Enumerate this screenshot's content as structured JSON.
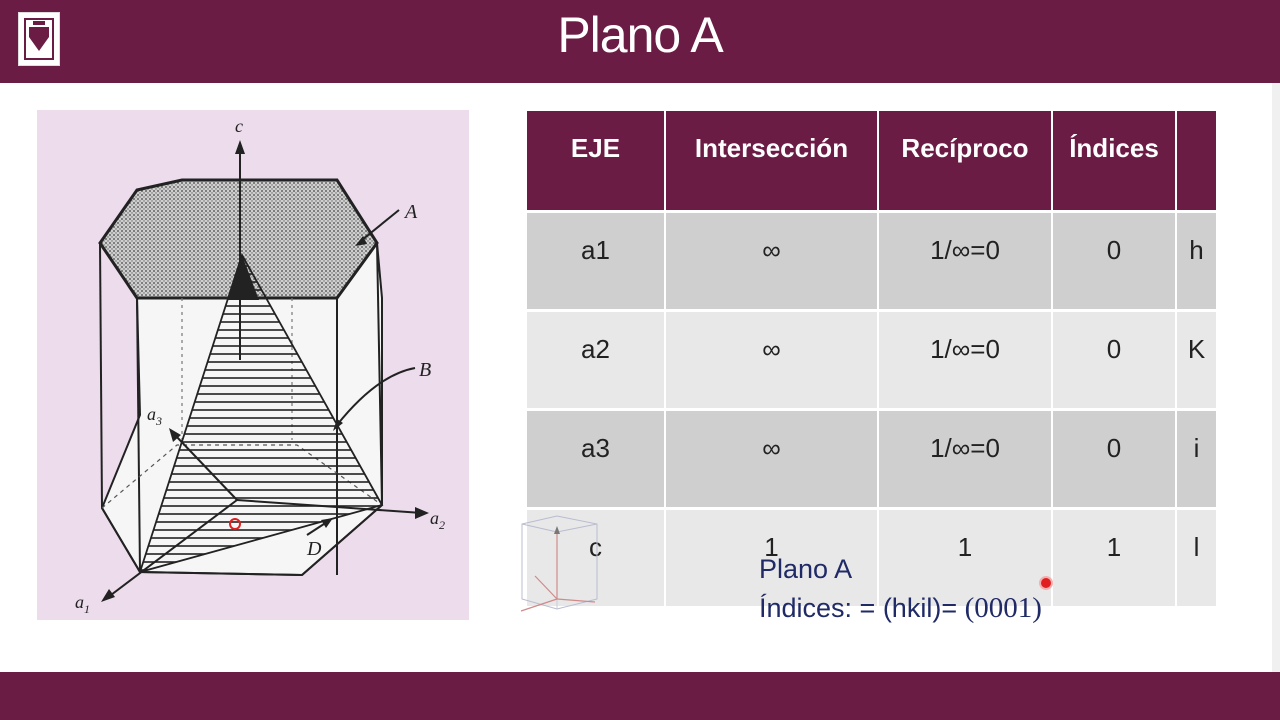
{
  "slide": {
    "title": "Plano A"
  },
  "diagram": {
    "labels": {
      "c": "c",
      "A": "A",
      "B": "B",
      "D": "D",
      "a1": "a",
      "a1_sub": "1",
      "a2": "a",
      "a2_sub": "2",
      "a3": "a",
      "a3_sub": "3"
    }
  },
  "table": {
    "headers": [
      "EJE",
      "Intersección",
      "Recíproco",
      "Índices",
      ""
    ],
    "rows": [
      [
        "a1",
        "∞",
        "1/∞=0",
        "0",
        "h"
      ],
      [
        "a2",
        "∞",
        "1/∞=0",
        "0",
        "K"
      ],
      [
        "a3",
        "∞",
        "1/∞=0",
        "0",
        "i"
      ],
      [
        "c",
        "1",
        "1",
        "1",
        "l"
      ]
    ]
  },
  "result": {
    "plane_label": "Plano A",
    "indices_prefix": "Índices: = (hkil)= ",
    "indices_value": "(0001)"
  },
  "colors": {
    "brand": "#6b1c44",
    "row_dark": "#cfcfcf",
    "row_light": "#e8e8e8",
    "text_navy": "#1f2a66",
    "pointer": "#e02020"
  }
}
